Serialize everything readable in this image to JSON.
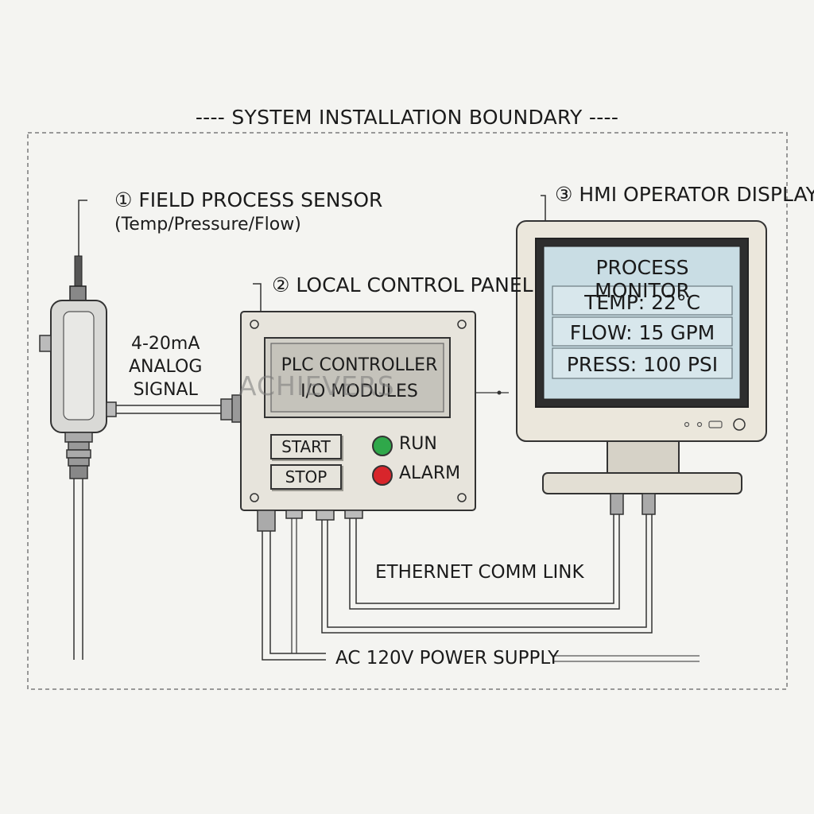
{
  "boundary": {
    "label": "---- SYSTEM INSTALLATION BOUNDARY ----"
  },
  "sensor": {
    "title": "① FIELD PROCESS SENSOR",
    "subtitle": "(Temp/Pressure/Flow)"
  },
  "signal": {
    "line1": "4-20mA",
    "line2": "ANALOG",
    "line3": "SIGNAL"
  },
  "panel": {
    "title": "② LOCAL CONTROL PANEL",
    "display_line1": "PLC CONTROLLER",
    "display_line2": "I/O MODULES",
    "start_label": "START",
    "stop_label": "STOP",
    "run_label": "RUN",
    "alarm_label": "ALARM",
    "run_color": "#2fa84a",
    "alarm_color": "#d8252b"
  },
  "hmi": {
    "title": "③ HMI OPERATOR DISPLAY",
    "screen_title": "PROCESS MONITOR",
    "rows": [
      {
        "text": "TEMP:  22°C"
      },
      {
        "text": "FLOW:  15 GPM"
      },
      {
        "text": "PRESS:  100 PSI"
      }
    ],
    "screen_color": "#c9dde4"
  },
  "links": {
    "ethernet": "ETHERNET COMM LINK",
    "power": "AC 120V POWER SUPPLY"
  },
  "watermark": "ACHIEVERS"
}
